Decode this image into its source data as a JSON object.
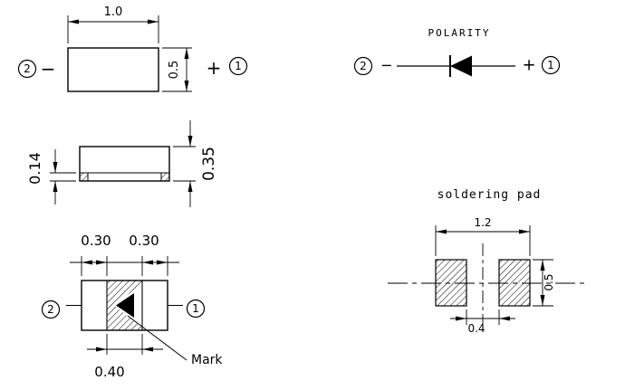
{
  "background": "#ffffff",
  "line_color": "#000000",
  "top_view": {
    "width_dim": "1.0",
    "height_dim": "0.5",
    "pin2": "2",
    "pin1": "1",
    "minus": "−",
    "plus": "+"
  },
  "side_view": {
    "terminal_thickness_dim": "0.14",
    "height_dim": "0.35"
  },
  "bottom_view": {
    "left_terminal_dim": "0.30",
    "right_terminal_dim": "0.30",
    "center_dim": "0.40",
    "mark_label": "Mark",
    "pin2": "2",
    "pin1": "1"
  },
  "polarity": {
    "title": "POLARITY",
    "pin2": "2",
    "pin1": "1",
    "minus": "−",
    "plus": "+"
  },
  "soldering_pad": {
    "title": "soldering pad",
    "width_dim": "1.2",
    "height_dim": "0.5",
    "gap_dim": "0.4"
  }
}
